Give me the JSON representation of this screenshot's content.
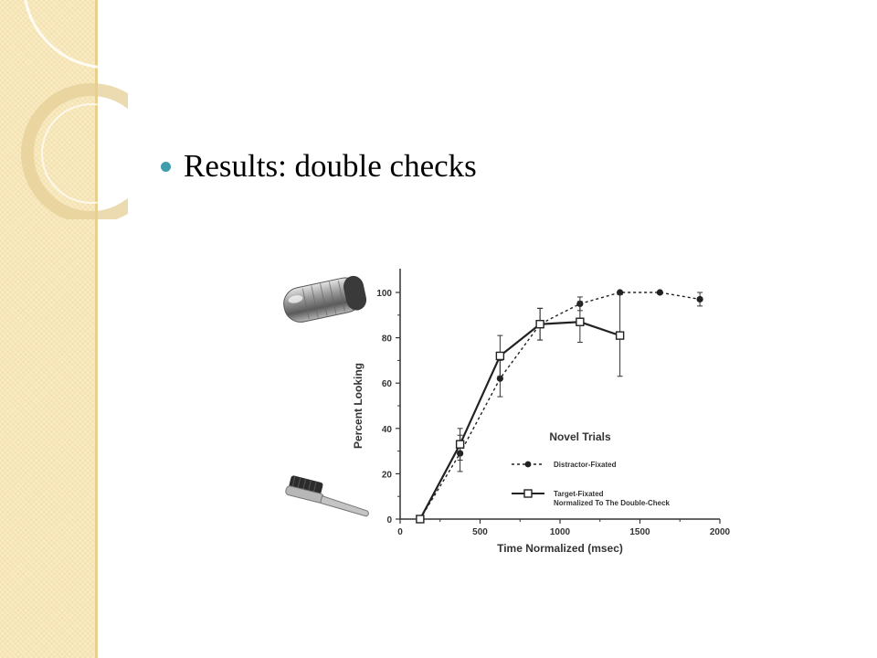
{
  "slide": {
    "bullet_text": "Results: double checks",
    "bullet_color": "#3f9dad",
    "band_color": "#f7e6b5"
  },
  "images": {
    "top": "cylinder-object-photo",
    "bottom": "brush-object-photo"
  },
  "chart_data": {
    "type": "line",
    "title": "Novel Trials",
    "xlabel": "Time Normalized (msec)",
    "ylabel": "Percent Looking",
    "xlim": [
      0,
      2000
    ],
    "ylim": [
      0,
      100
    ],
    "xticks": [
      0,
      500,
      1000,
      1500,
      2000
    ],
    "yticks": [
      0,
      20,
      40,
      60,
      80,
      100
    ],
    "legend_position": "right",
    "grid": false,
    "series": [
      {
        "name": "Distractor-Fixated",
        "style": "dashed",
        "marker": "filled-circle",
        "color": "#222222",
        "x": [
          125,
          375,
          625,
          875,
          1125,
          1375,
          1625,
          1875
        ],
        "y": [
          0,
          29,
          62,
          86,
          95,
          100,
          100,
          97
        ],
        "err": [
          0,
          8,
          8,
          7,
          3,
          0,
          0,
          3
        ]
      },
      {
        "name": "Target-Fixated\nNormalized To The Double-Check",
        "style": "solid",
        "marker": "open-square",
        "color": "#222222",
        "x": [
          125,
          375,
          625,
          875,
          1125,
          1375
        ],
        "y": [
          0,
          33,
          72,
          86,
          87,
          81
        ],
        "err": [
          0,
          7,
          9,
          7,
          9,
          18
        ]
      }
    ]
  }
}
